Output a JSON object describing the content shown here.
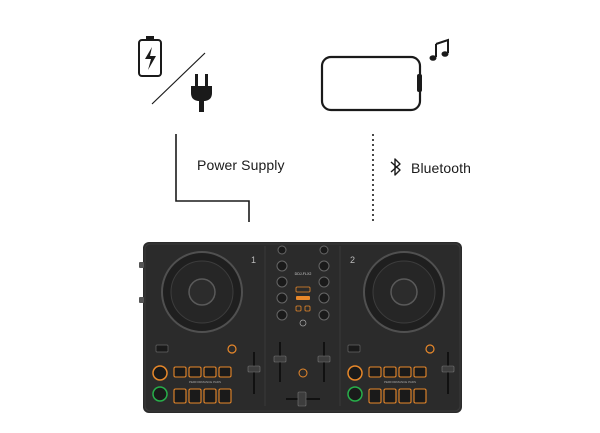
{
  "labels": {
    "power": "Power Supply",
    "bluetooth": "Bluetooth"
  },
  "controller": {
    "deck_left": "1",
    "deck_right": "2",
    "brand": "DDJ-FLX2",
    "pad_caption": "PERFORMANCE PADS"
  },
  "icons": {
    "battery": "battery-icon",
    "plug": "power-plug-icon",
    "phone": "smartphone-icon",
    "music": "music-note-icon",
    "bluetooth": "bluetooth-icon"
  },
  "colors": {
    "line": "#1a1a1a",
    "device": "#2b2b2b",
    "accent": "#e8882a",
    "cue_green": "#27b04a"
  }
}
